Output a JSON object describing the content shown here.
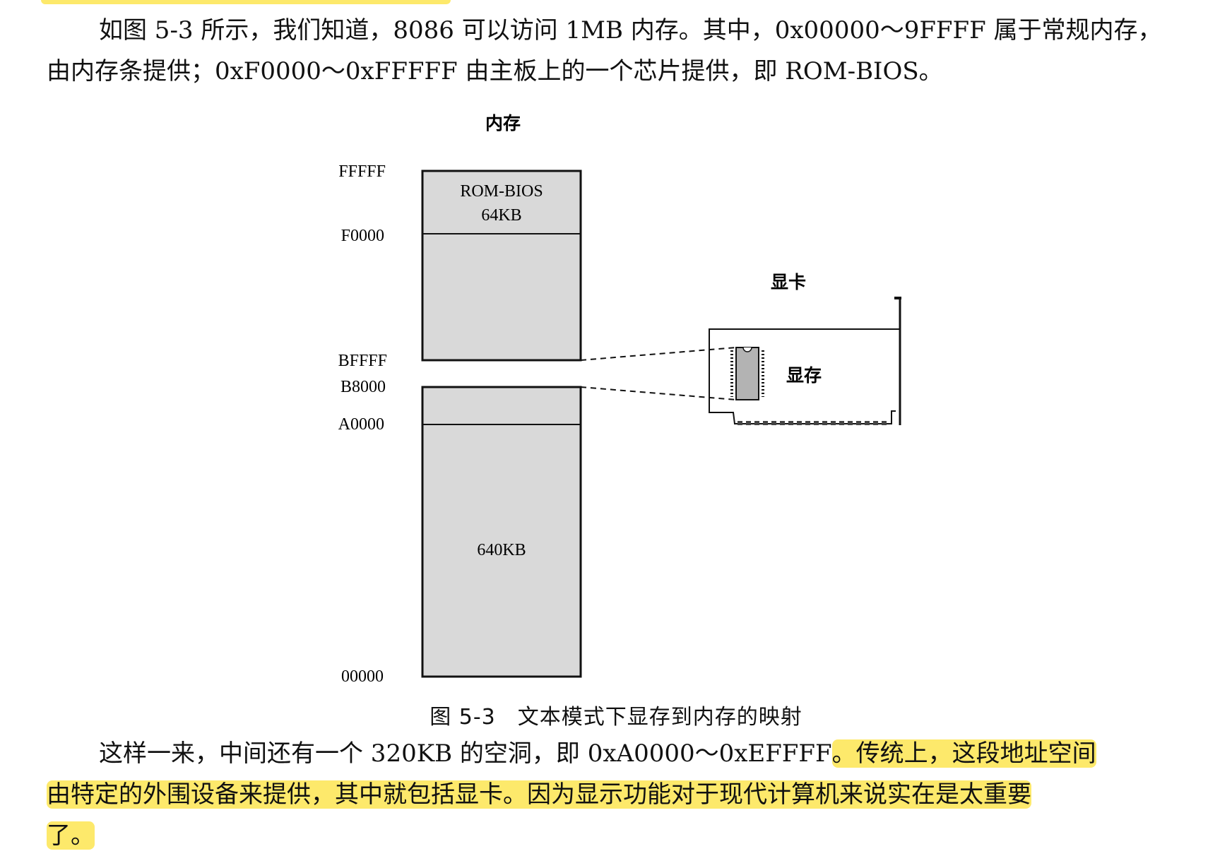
{
  "intro": {
    "line1": "如图 5-3 所示，我们知道，8086 可以访问 1MB 内存。其中，0x00000～9FFFF 属于常规内存，",
    "line2": "由内存条提供；0xF0000～0xFFFFF 由主板上的一个芯片提供，即 ROM-BIOS。"
  },
  "figure": {
    "memory_title": "内存",
    "addresses": {
      "fffff": "FFFFF",
      "f0000": "F0000",
      "bffff": "BFFFF",
      "b8000": "B8000",
      "a0000": "A0000",
      "zero": "00000"
    },
    "rom_label_1": "ROM-BIOS",
    "rom_label_2": "64KB",
    "conv_label": "640KB",
    "card_title": "显卡",
    "vram_label": "显存",
    "caption": "图 5-3　文本模式下显存到内存的映射"
  },
  "outro": {
    "line1_plain": "这样一来，中间还有一个 320KB 的空洞，即 0xA0000～0xEFFFF",
    "line1_highlight": "。传统上，这段地址空间",
    "line2": "由特定的外围设备来提供，其中就包括显卡。因为显示功能对于现代计算机来说实在是太重要",
    "line3": "了。"
  },
  "colors": {
    "highlight": "#fde96b",
    "block_fill": "#d9d9d9",
    "chip_fill": "#b3b3b3"
  }
}
